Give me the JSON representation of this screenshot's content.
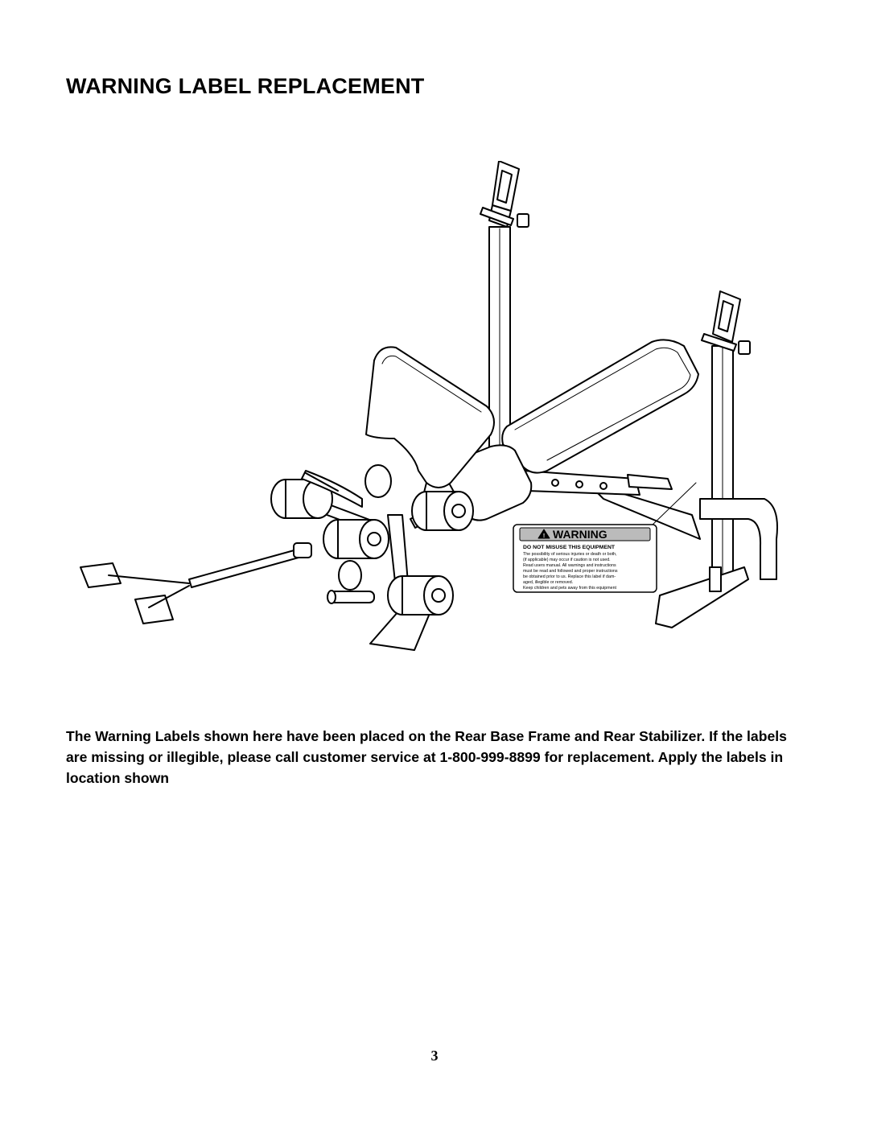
{
  "document": {
    "title": "WARNING LABEL REPLACEMENT",
    "paragraph": "The Warning Labels shown here have been placed on the Rear Base Frame and Rear Stabilizer. If the labels are missing or illegible, please call customer service at 1-800-999-8899 for replacement. Apply the labels in location shown",
    "page_number": "3"
  },
  "warning_label": {
    "heading": "WARNING",
    "subheading": "DO NOT MISUSE THIS EQUIPMENT",
    "lines": [
      "The possibility of serious injuries or death or both,",
      "(if applicable) may occur if caution is not used.",
      "Read users manual. All warnings and instructions",
      "must be read and followed and proper instructions",
      "be obtained prior to us. Replace this label if dam-",
      "aged, illegible or removed.",
      "Keep children and pets away from this equipment"
    ]
  }
}
